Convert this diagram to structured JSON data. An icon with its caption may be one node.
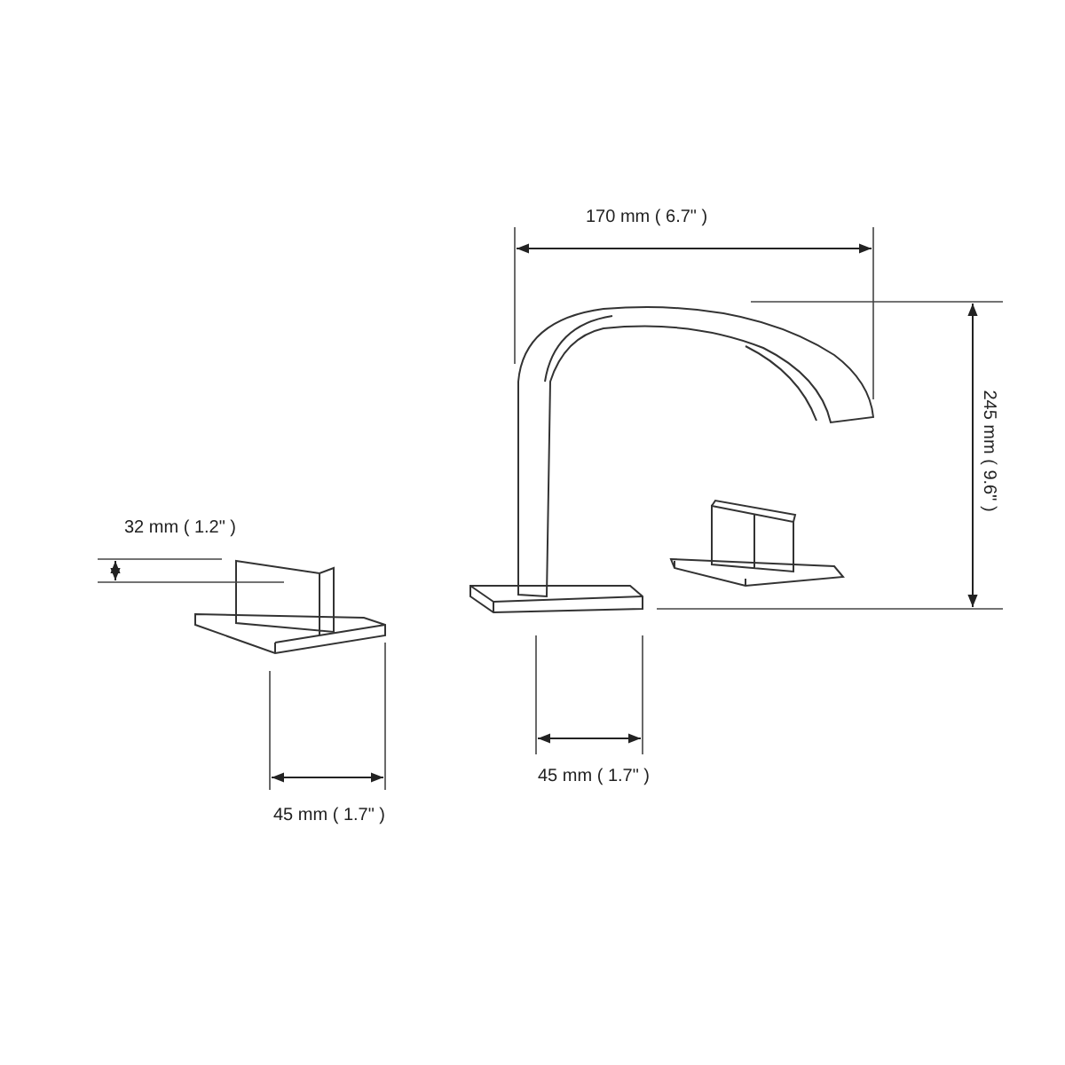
{
  "diagram": {
    "labels": [
      "170 mm ( 6.7\" )",
      "245 mm ( 9.6\" )",
      "32 mm ( 1.2\" )",
      "45 mm ( 1.7\" )",
      "45 mm ( 1.7\" )"
    ]
  }
}
